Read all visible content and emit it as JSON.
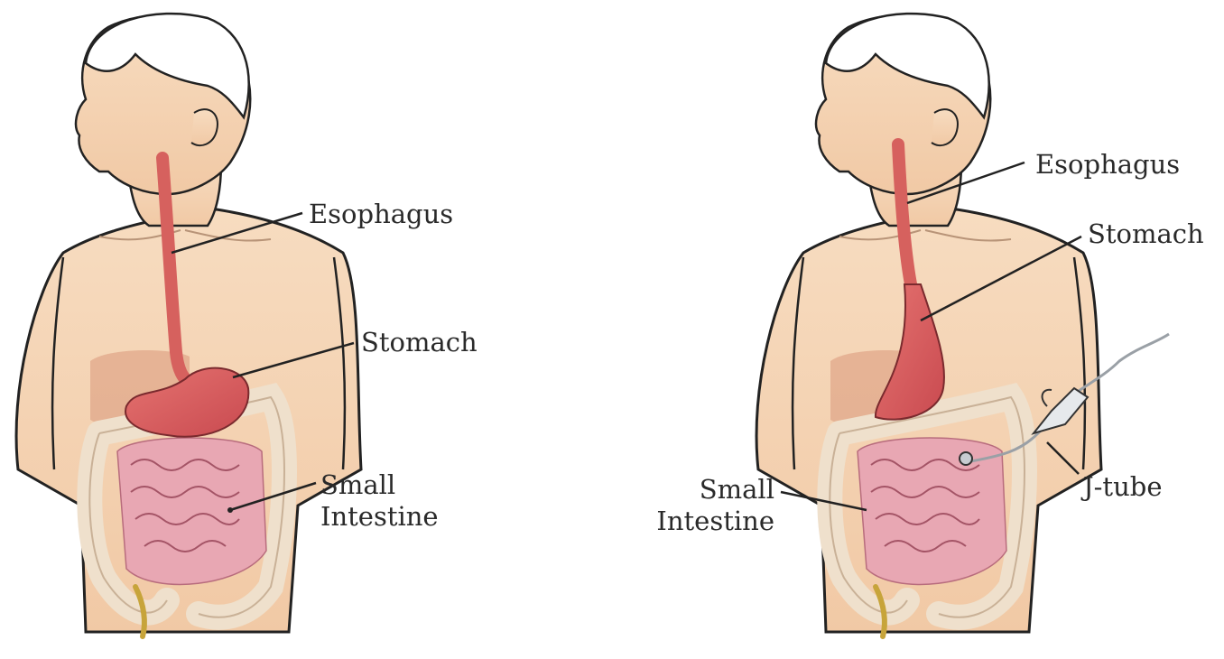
{
  "figures": {
    "left": {
      "labels": {
        "esophagus": "Esophagus",
        "stomach": "Stomach",
        "small_intestine_line1": "Small",
        "small_intestine_line2": "Intestine"
      }
    },
    "right": {
      "labels": {
        "esophagus": "Esophagus",
        "stomach": "Stomach",
        "small_intestine_line1": "Small",
        "small_intestine_line2": "Intestine",
        "jtube": "J-tube"
      }
    }
  },
  "colors": {
    "skin": "#f5d3b3",
    "skin_shadow": "#e9bd98",
    "outline": "#222222",
    "esophagus": "#d6615e",
    "stomach": "#d9585a",
    "intestine": "#e8a7b3",
    "colon": "#f1e1cf",
    "liver": "#d9987a",
    "tube": "#9aa0a6"
  }
}
